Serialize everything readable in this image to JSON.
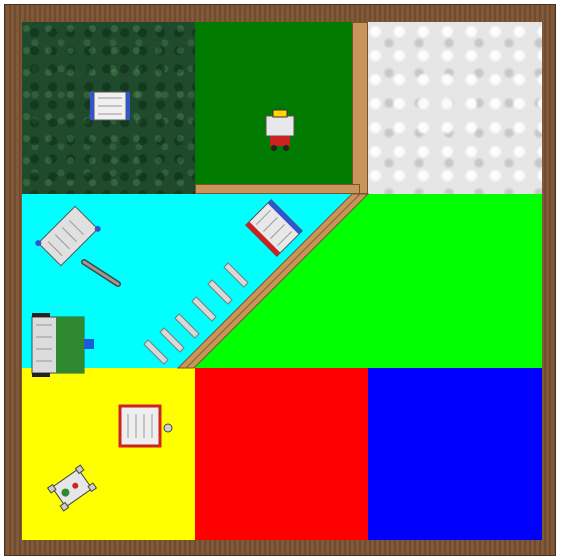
{
  "scene": {
    "colors": {
      "frame": "#7a5230",
      "wall": "#c8955a",
      "forest": "#1f4a2c",
      "dark_green": "#007a00",
      "marble": "#e6e6e6",
      "cyan": "#00ffff",
      "lime": "#00ff00",
      "yellow": "#ffff00",
      "red": "#ff0000",
      "blue": "#0000ff"
    },
    "zones": [
      {
        "name": "forest-zone",
        "surface": "forest"
      },
      {
        "name": "dark-green-zone",
        "surface": "dark-green"
      },
      {
        "name": "marble-zone",
        "surface": "marble"
      },
      {
        "name": "cyan-zone",
        "surface": "cyan"
      },
      {
        "name": "lime-zone",
        "surface": "lime"
      },
      {
        "name": "yellow-zone",
        "surface": "yellow"
      },
      {
        "name": "red-zone",
        "surface": "red"
      },
      {
        "name": "blue-zone",
        "surface": "blue"
      }
    ],
    "robots": [
      {
        "name": "robot-forest",
        "icon": "robot-icon"
      },
      {
        "name": "robot-dark-green",
        "icon": "robot-icon"
      },
      {
        "name": "robot-ramp",
        "icon": "robot-icon"
      },
      {
        "name": "robot-cyan-arm",
        "icon": "robot-icon"
      },
      {
        "name": "robot-wall-large",
        "icon": "robot-icon"
      },
      {
        "name": "robot-yellow",
        "icon": "robot-icon"
      },
      {
        "name": "robot-small-yellow",
        "icon": "robot-icon"
      }
    ],
    "ramp_segment_count": 6
  }
}
